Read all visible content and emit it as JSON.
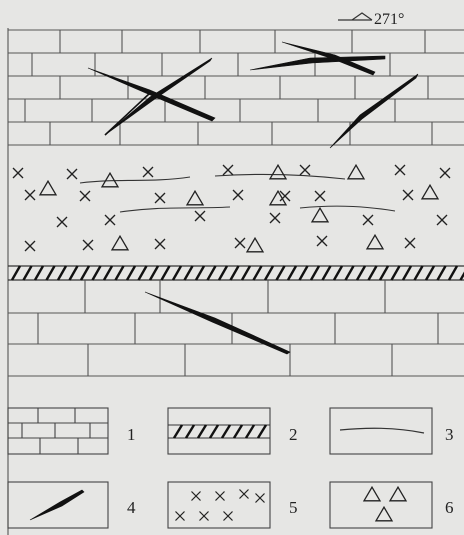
{
  "orientation": {
    "label": "271°"
  },
  "legend": [
    {
      "number": "1",
      "icon": "brick-limestone-icon"
    },
    {
      "number": "2",
      "icon": "hatched-layer-icon"
    },
    {
      "number": "3",
      "icon": "curved-line-icon"
    },
    {
      "number": "4",
      "icon": "lens-vein-icon"
    },
    {
      "number": "5",
      "icon": "cross-symbol-icon"
    },
    {
      "number": "6",
      "icon": "triangle-symbol-icon"
    }
  ]
}
